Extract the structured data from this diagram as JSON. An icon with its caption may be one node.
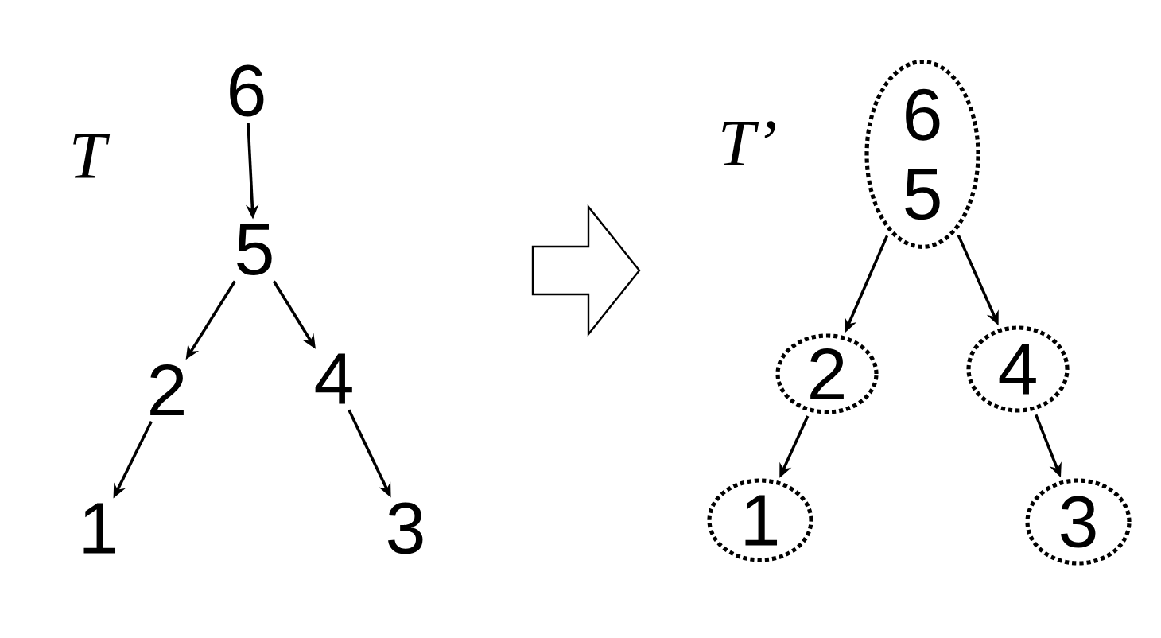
{
  "diagram": {
    "nodes": [
      {
        "text": [
          "6"
        ]
      },
      {
        "text": [
          "5"
        ]
      },
      {
        "text": [
          "2"
        ]
      },
      {
        "text": [
          "4"
        ]
      },
      {
        "text": [
          "1"
        ]
      },
      {
        "text": [
          "3"
        ]
      },
      {
        "text": [
          "6",
          "5"
        ]
      },
      {
        "text": [
          "2"
        ]
      },
      {
        "text": [
          "4"
        ]
      },
      {
        "text": [
          "1"
        ]
      },
      {
        "text": [
          "3"
        ]
      }
    ],
    "edges": [
      {
        "from": 0,
        "to": 1,
        "arrow": "to"
      },
      {
        "from": 1,
        "to": 2,
        "arrow": "to"
      },
      {
        "from": 1,
        "to": 3,
        "arrow": "to"
      },
      {
        "from": 2,
        "to": 4,
        "arrow": "to"
      },
      {
        "from": 3,
        "to": 5,
        "arrow": "to"
      },
      {
        "from": 6,
        "to": 7,
        "arrow": "to"
      },
      {
        "from": 6,
        "to": 8,
        "arrow": "to"
      },
      {
        "from": 7,
        "to": 9,
        "arrow": "to"
      },
      {
        "from": 8,
        "to": 10,
        "arrow": "to"
      }
    ],
    "labels": [
      "T",
      "T’"
    ]
  }
}
